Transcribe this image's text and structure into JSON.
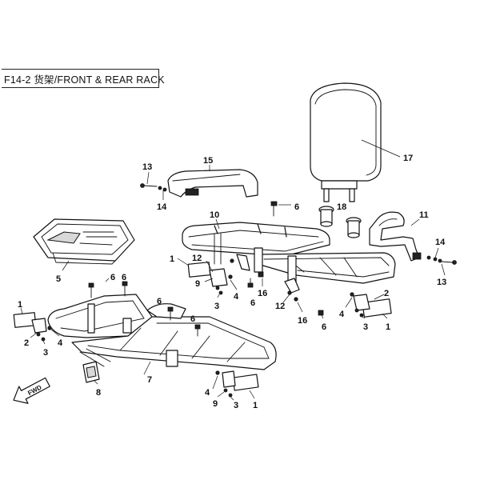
{
  "title": "F14-2 货架/FRONT & REAR RACK",
  "fwd_label": "FWD",
  "callouts": {
    "c17": "17",
    "c15": "15",
    "c13a": "13",
    "c14a": "14",
    "c6a": "6",
    "c18": "18",
    "c11": "11",
    "c10": "10",
    "c14b": "14",
    "c13b": "13",
    "c5": "5",
    "c1a": "1",
    "c12a": "12",
    "c9a": "9",
    "c3a": "3",
    "c4a": "4",
    "c6b": "6",
    "c16a": "16",
    "c2a": "2",
    "c12b": "12",
    "c16b": "16",
    "c6c": "6",
    "c4b": "4",
    "c3b": "3",
    "c1b": "1",
    "c6d": "6",
    "c6e": "6",
    "c1c": "1",
    "c2b": "2",
    "c3c": "3",
    "c4c": "4",
    "c6f": "6",
    "c6g": "6",
    "c7": "7",
    "c8": "8",
    "c4d": "4",
    "c9b": "9",
    "c3d": "3",
    "c1d": "1"
  }
}
